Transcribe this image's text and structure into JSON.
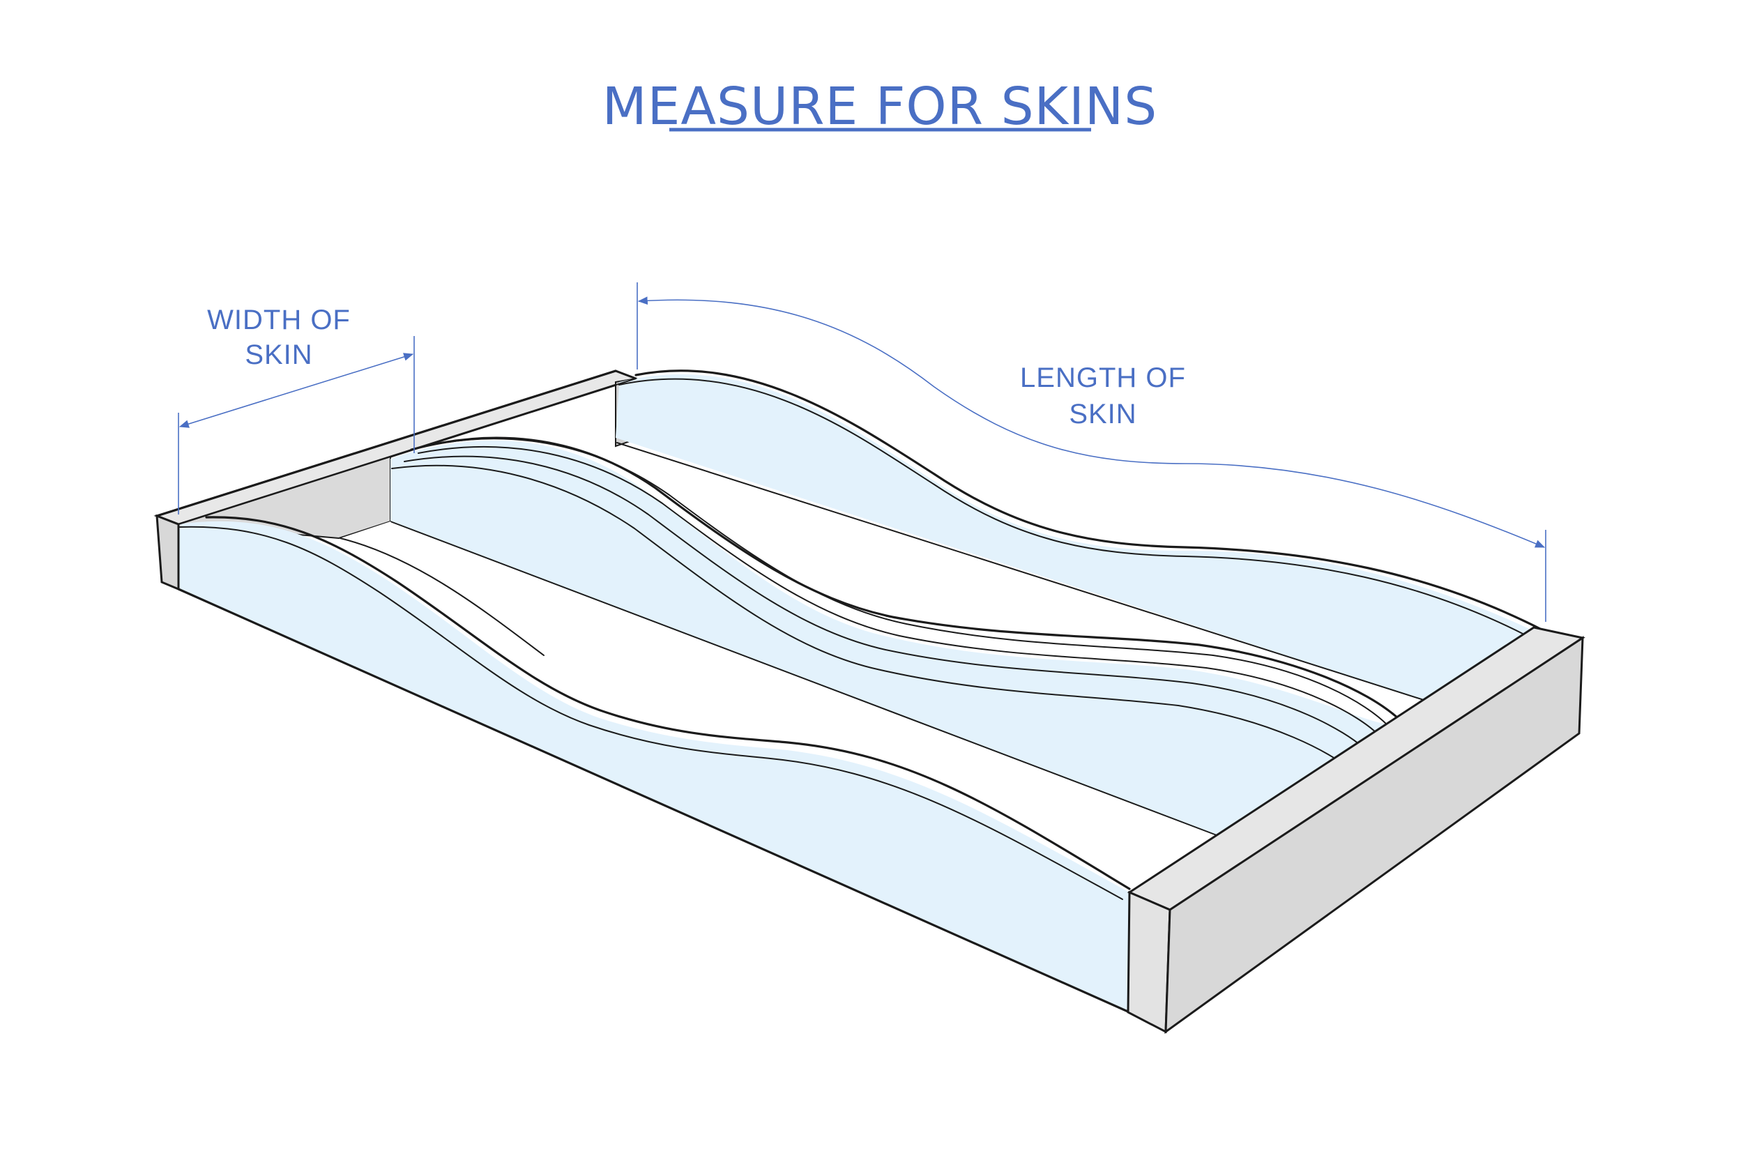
{
  "title": "MEASURE FOR SKINS",
  "labels": {
    "width_line1": "WIDTH OF",
    "width_line2": "SKIN",
    "length_line1": "LENGTH OF",
    "length_line2": "SKIN"
  },
  "colors": {
    "accent": "#4a6fc4",
    "skin_fill": "#e3f2fc",
    "skin_fill_light": "#eef7fd",
    "frame_fill": "#dadada",
    "frame_fill_light": "#e8e8e8",
    "outline": "#1b1b1b"
  }
}
